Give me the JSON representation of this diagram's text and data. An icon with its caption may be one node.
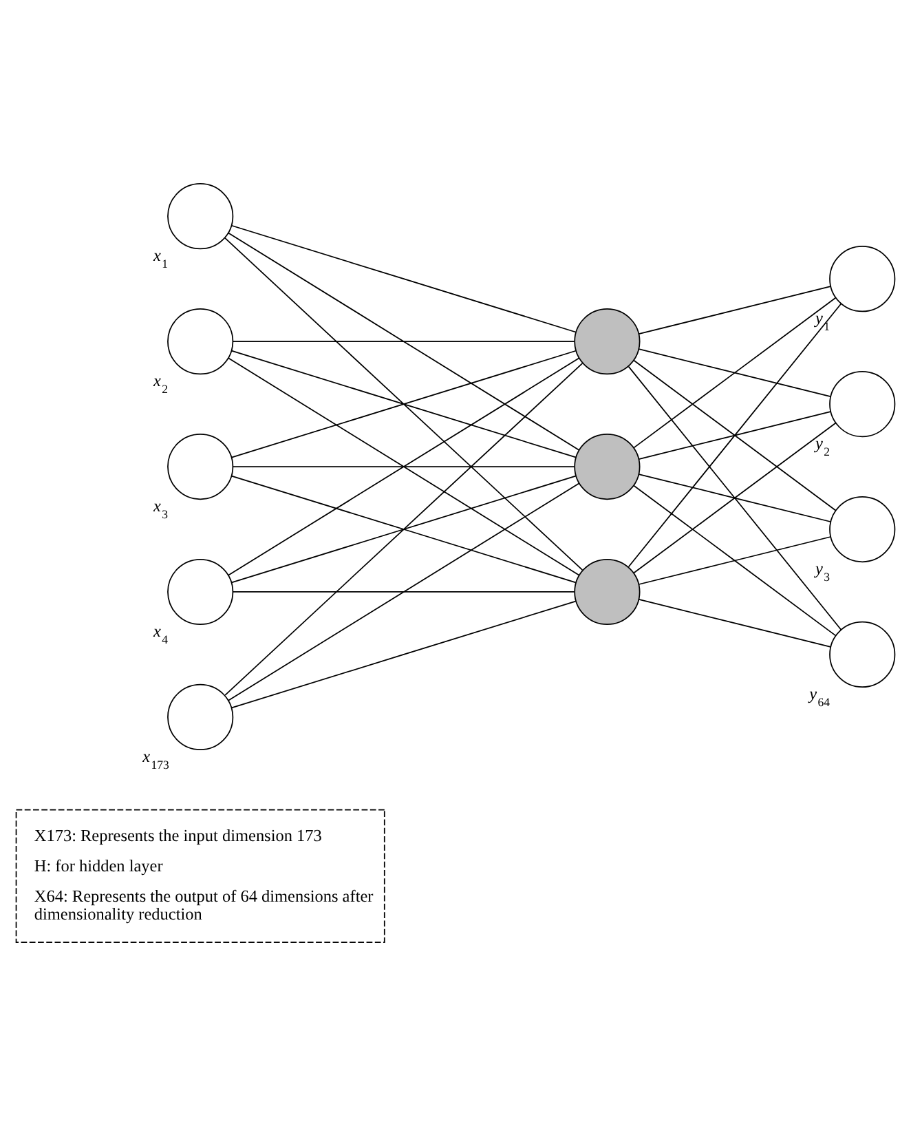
{
  "diagram": {
    "nodes": [
      {
        "text": [],
        "shape": "circle",
        "beside": [
          "x$_{1}$"
        ]
      },
      {
        "text": [],
        "shape": "circle",
        "beside": [
          "x$_{2}$"
        ]
      },
      {
        "text": [],
        "shape": "circle",
        "beside": [
          "x$_{3}$"
        ]
      },
      {
        "text": [],
        "shape": "circle",
        "beside": [
          "x$_{4}$"
        ]
      },
      {
        "text": [],
        "shape": "circle",
        "beside": [
          "x$_{173}$"
        ]
      },
      {
        "text": [],
        "shape": "circle"
      },
      {
        "text": [],
        "shape": "circle"
      },
      {
        "text": [],
        "shape": "circle"
      },
      {
        "text": [],
        "shape": "circle",
        "beside": [
          "y$_{1}$"
        ]
      },
      {
        "text": [],
        "shape": "circle",
        "beside": [
          "y$_{2}$"
        ]
      },
      {
        "text": [],
        "shape": "circle",
        "beside": [
          "y$_{3}$"
        ]
      },
      {
        "text": [],
        "shape": "circle",
        "beside": [
          "y$_{64}$"
        ]
      },
      {
        "text": [
          "X173: Represents the input dimension 173",
          "H: for hidden layer",
          "X64: Represents the output of 64 dimensions after dimensionality reduction"
        ]
      }
    ],
    "edges": [
      {
        "from": 0,
        "to": 5,
        "arrow": "none"
      },
      {
        "from": 0,
        "to": 6,
        "arrow": "none"
      },
      {
        "from": 0,
        "to": 7,
        "arrow": "none"
      },
      {
        "from": 1,
        "to": 5,
        "arrow": "none"
      },
      {
        "from": 1,
        "to": 6,
        "arrow": "none"
      },
      {
        "from": 1,
        "to": 7,
        "arrow": "none"
      },
      {
        "from": 2,
        "to": 5,
        "arrow": "none"
      },
      {
        "from": 2,
        "to": 6,
        "arrow": "none"
      },
      {
        "from": 2,
        "to": 7,
        "arrow": "none"
      },
      {
        "from": 3,
        "to": 5,
        "arrow": "none"
      },
      {
        "from": 3,
        "to": 6,
        "arrow": "none"
      },
      {
        "from": 3,
        "to": 7,
        "arrow": "none"
      },
      {
        "from": 4,
        "to": 5,
        "arrow": "none"
      },
      {
        "from": 4,
        "to": 6,
        "arrow": "none"
      },
      {
        "from": 4,
        "to": 7,
        "arrow": "none"
      },
      {
        "from": 5,
        "to": 8,
        "arrow": "none"
      },
      {
        "from": 5,
        "to": 9,
        "arrow": "none"
      },
      {
        "from": 5,
        "to": 10,
        "arrow": "none"
      },
      {
        "from": 5,
        "to": 11,
        "arrow": "none"
      },
      {
        "from": 6,
        "to": 8,
        "arrow": "none"
      },
      {
        "from": 6,
        "to": 9,
        "arrow": "none"
      },
      {
        "from": 6,
        "to": 10,
        "arrow": "none"
      },
      {
        "from": 6,
        "to": 11,
        "arrow": "none"
      },
      {
        "from": 7,
        "to": 8,
        "arrow": "none"
      },
      {
        "from": 7,
        "to": 9,
        "arrow": "none"
      },
      {
        "from": 7,
        "to": 10,
        "arrow": "none"
      },
      {
        "from": 7,
        "to": 11,
        "arrow": "none"
      }
    ]
  }
}
